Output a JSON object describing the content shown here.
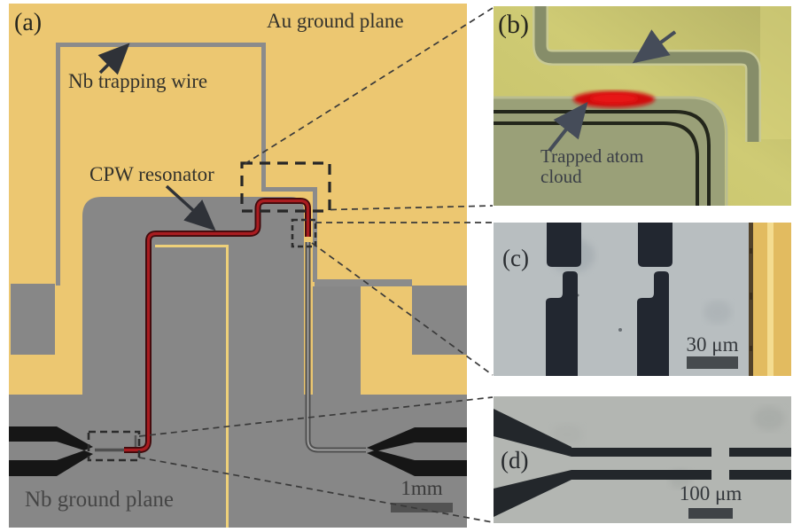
{
  "figure": {
    "caption_panels": {
      "a": {
        "label": "(a)",
        "au_ground_plane": "Au ground plane",
        "nb_trapping_wire": "Nb trapping wire",
        "cpw_resonator": "CPW resonator",
        "nb_ground_plane": "Nb ground plane",
        "scale_bar": "1mm"
      },
      "b": {
        "label": "(b)",
        "annotation_line1": "Trapped atom",
        "annotation_line2": "cloud"
      },
      "c": {
        "label": "(c)",
        "scale_bar": "30 μm"
      },
      "d": {
        "label": "(d)",
        "scale_bar": "100 μm"
      }
    },
    "colors": {
      "au_ground_plane_gold": "#ecc771",
      "nb_chip_gray": "#878787",
      "resonator_red": "#a91c20",
      "resonator_outline": "#400a0c",
      "trapping_wire_gray": "#8b8b8b",
      "second_wire_yellow": "#eed079",
      "launcher_black": "#161616",
      "micrograph_b_background": "#cbc76f",
      "micrograph_b_chip": "#9aa078",
      "atom_cloud_red": "#d01111",
      "micrograph_c_background": "#b8bec0",
      "micrograph_c_structures": "#222730",
      "micrograph_c_gold_strip": "#e2bb60",
      "micrograph_d_background": "#b3b6b2",
      "micrograph_d_structures": "#23272b",
      "scale_bar_gray": "#4c4c4c"
    }
  }
}
